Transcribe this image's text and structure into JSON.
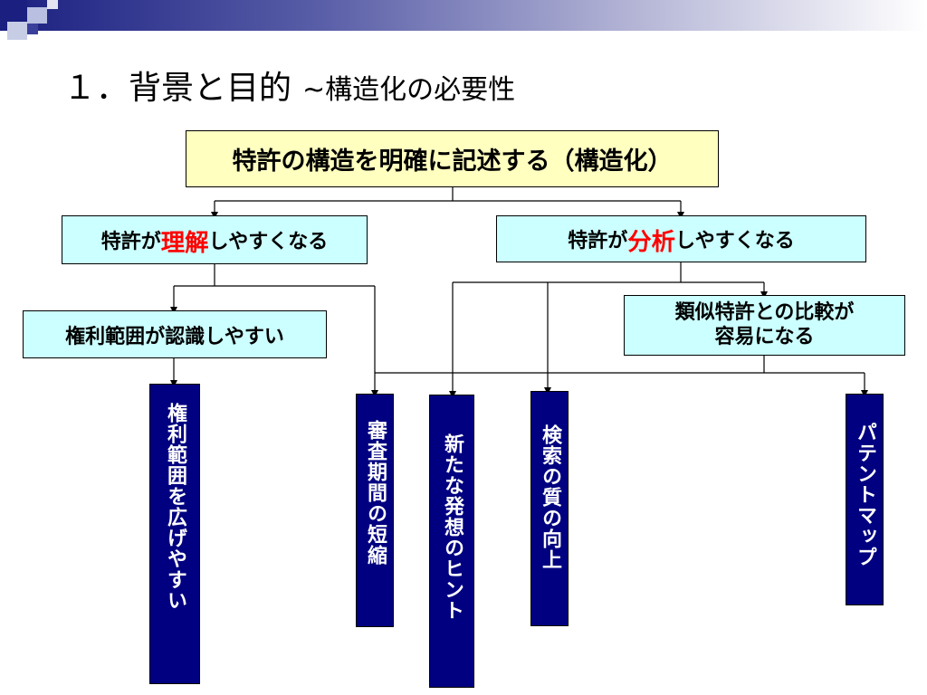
{
  "slide": {
    "title": "１．背景と目的",
    "subtitle": "~構造化の必要性"
  },
  "diagram": {
    "root": "特許の構造を明確に記述する（構造化）",
    "understand_box": {
      "prefix": "特許が",
      "emphasis": "理解",
      "suffix": "しやすくなる"
    },
    "analyze_box": {
      "prefix": "特許が",
      "emphasis": "分析",
      "suffix": "しやすくなる"
    },
    "rights_box": "権利範囲が認識しやすい",
    "compare_box": "類似特許との比較が\n容易になる",
    "outcomes": [
      "権利範囲を広げやすい",
      "審査期間の短縮",
      "新たな発想のヒント",
      "検索の質の向上",
      "パテントマップ"
    ]
  },
  "colors": {
    "header_gradient_start": "#1a1f80",
    "root_fill": "#ffffc0",
    "box_fill": "#ccffff",
    "emphasis": "#ff0000",
    "outcome_fill": "#000080"
  }
}
